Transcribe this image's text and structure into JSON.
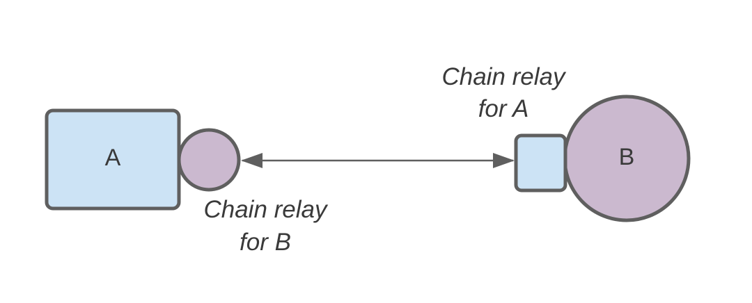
{
  "diagram": {
    "node_a": {
      "label": "A",
      "fill": "#cce3f5",
      "stroke": "#5f5f5f"
    },
    "node_b": {
      "label": "B",
      "fill": "#cbb9cf",
      "stroke": "#5f5f5f"
    },
    "relay_for_b": {
      "fill": "#cbb9cf",
      "stroke": "#5f5f5f"
    },
    "relay_for_a": {
      "fill": "#cce3f5",
      "stroke": "#5f5f5f"
    },
    "connector": {
      "color": "#5f5f5f",
      "arrowheads": "both"
    },
    "caption_relay_for_b": {
      "line1": "Chain relay",
      "line2": "for B"
    },
    "caption_relay_for_a": {
      "line1": "Chain relay",
      "line2": "for A"
    }
  }
}
